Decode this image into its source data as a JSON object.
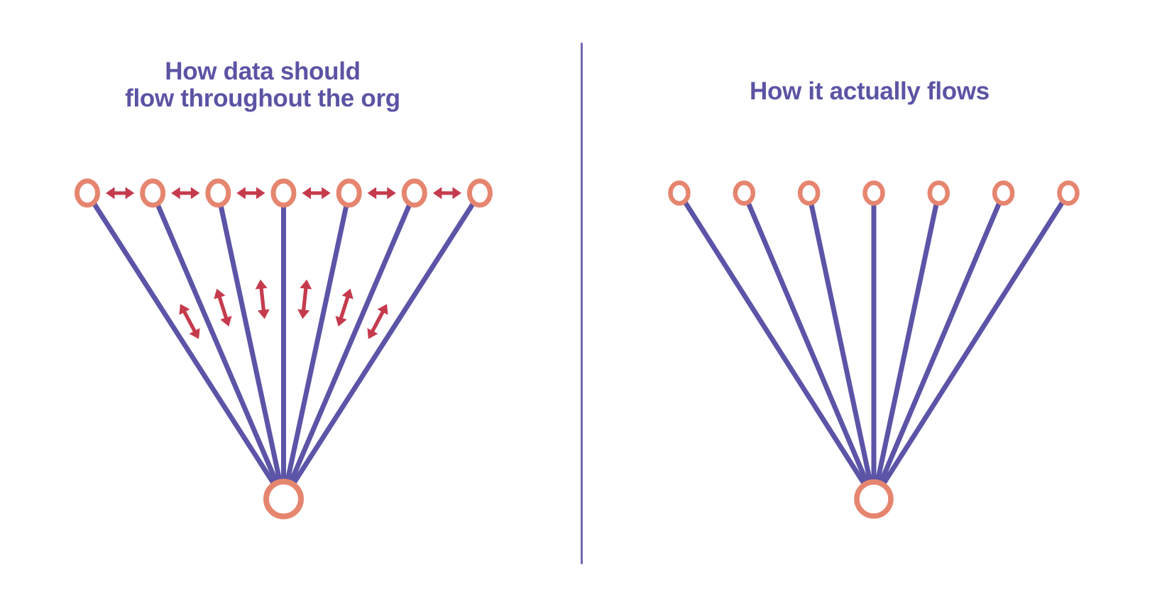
{
  "page": {
    "background": "#FFFFFF"
  },
  "left_diagram": {
    "title_lines": [
      "How data should",
      "flow throughout the org"
    ],
    "node_count": 7,
    "has_peer_arrows": true,
    "has_cross_arrows": true
  },
  "right_diagram": {
    "title": "How it actually flows",
    "node_count": 7,
    "has_peer_arrows": false,
    "has_cross_arrows": false
  },
  "icons": {
    "peer_flow_arrow": "double-headed-arrow",
    "cross_flow_arrow": "double-headed-arrow"
  },
  "colors": {
    "title": "#5B54A4",
    "spoke": "#5B54A7",
    "node_stroke": "#E6856F",
    "node_fill": "#FFFFFF",
    "arrow": "#C53B4D",
    "divider": "#6F69B0",
    "background": "#FFFFFF"
  }
}
